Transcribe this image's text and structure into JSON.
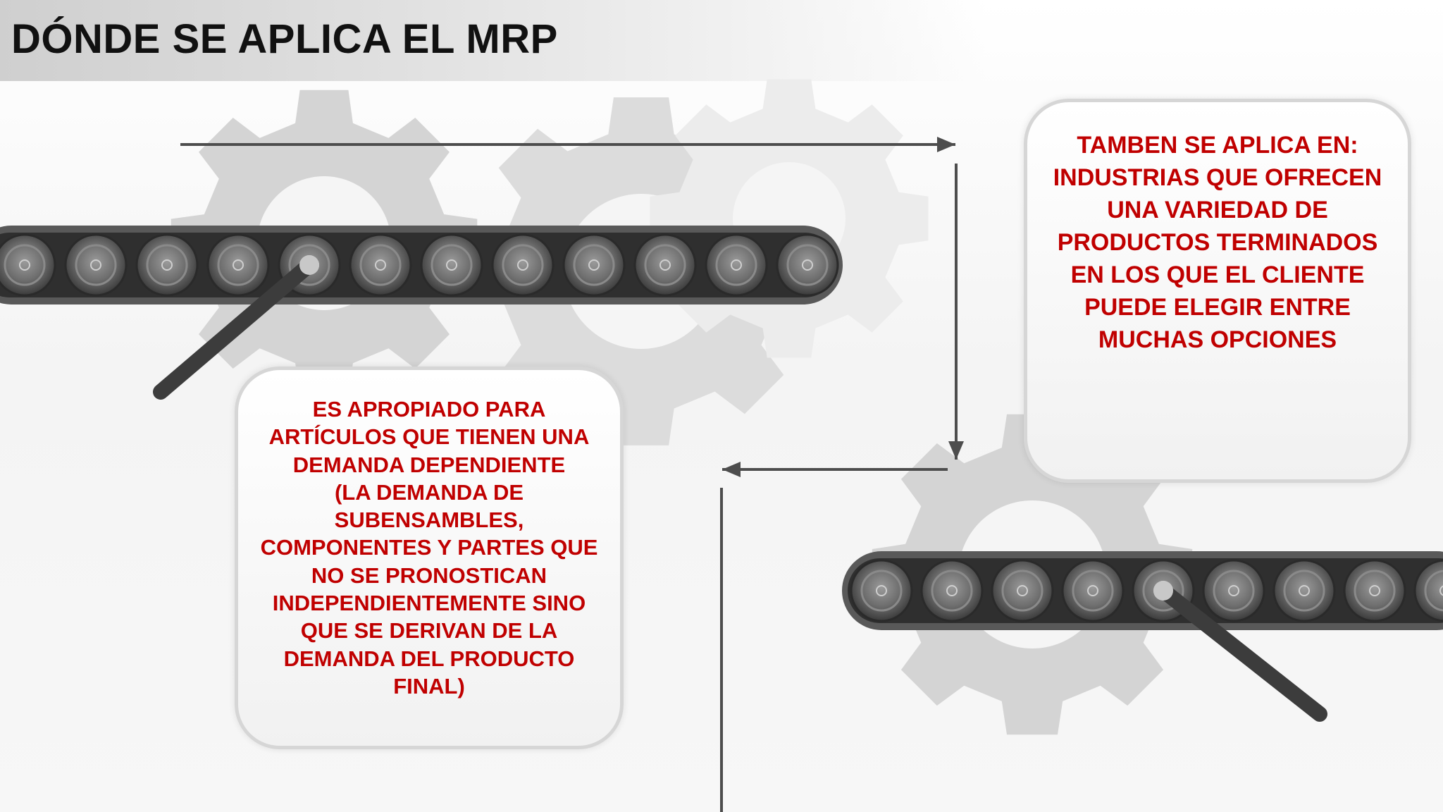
{
  "title": "DÓNDE SE APLICA EL MRP",
  "colors": {
    "text_red": "#c00000",
    "title_text": "#111111",
    "gear": "#d2d2d2",
    "belt": "#595959",
    "arrow": "#4d4d4d"
  },
  "icons": [
    "gear-icon",
    "conveyor-belt-icon",
    "arrow-right-icon",
    "arrow-down-icon",
    "arrow-left-icon"
  ],
  "box_left": {
    "lines": [
      "ES APROPIADO PARA",
      "ARTÍCULOS QUE TIENEN UNA",
      "DEMANDA DEPENDIENTE",
      "(LA DEMANDA DE",
      "SUBENSAMBLES,",
      "COMPONENTES Y PARTES QUE",
      "NO SE PRONOSTICAN",
      "INDEPENDIENTEMENTE SINO",
      "QUE SE DERIVAN DE LA",
      "DEMANDA DEL PRODUCTO",
      "FINAL)"
    ]
  },
  "box_right": {
    "lines": [
      "TAMBEN SE APLICA EN:",
      "INDUSTRIAS QUE OFRECEN",
      "UNA VARIEDAD DE",
      "PRODUCTOS TERMINADOS",
      "EN LOS QUE EL CLIENTE",
      "PUEDE ELEGIR ENTRE",
      "MUCHAS OPCIONES"
    ]
  }
}
